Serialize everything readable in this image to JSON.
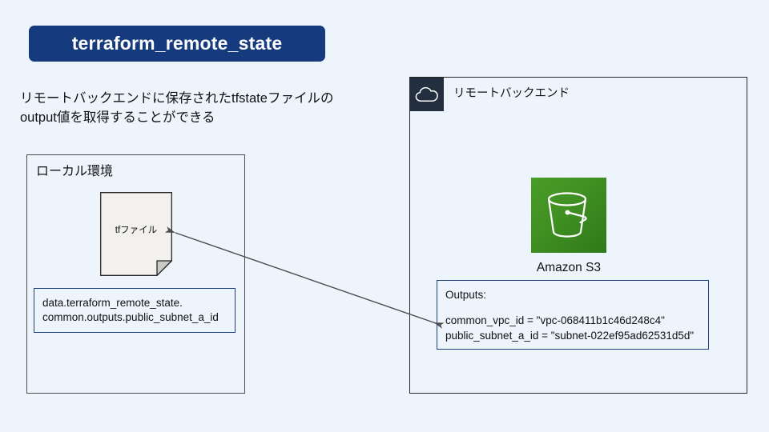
{
  "page": {
    "background_color": "#edf4fc"
  },
  "title": {
    "text": "terraform_remote_state",
    "background_color": "#153a7e",
    "text_color": "#ffffff"
  },
  "description": {
    "line1": "リモートバックエンドに保存されたtfstateファイルの",
    "line2": "output値を取得することができる"
  },
  "local_environment": {
    "title": "ローカル環境",
    "document": {
      "label": "tfファイル",
      "icon": "document-folded-corner"
    },
    "code_box": {
      "line1": "data.terraform_remote_state.",
      "line2": "common.outputs.public_subnet_a_id",
      "border_color": "#1d3f7c"
    }
  },
  "remote_backend": {
    "title": "リモートバックエンド",
    "header_icon": "cloud-icon",
    "header_icon_background": "#232f3e",
    "service": {
      "name": "Amazon S3",
      "icon": "s3-bucket-icon",
      "icon_color": "#3f8f22"
    },
    "outputs_box": {
      "heading": "Outputs:",
      "entries": [
        "common_vpc_id = \"vpc-068411b1c46d248c4\"",
        "public_subnet_a_id = \"subnet-022ef95ad62531d5d\""
      ],
      "border_color": "#1d3f7c"
    }
  },
  "connector": {
    "type": "double-headed-arrow",
    "color": "#4d4d4d"
  }
}
